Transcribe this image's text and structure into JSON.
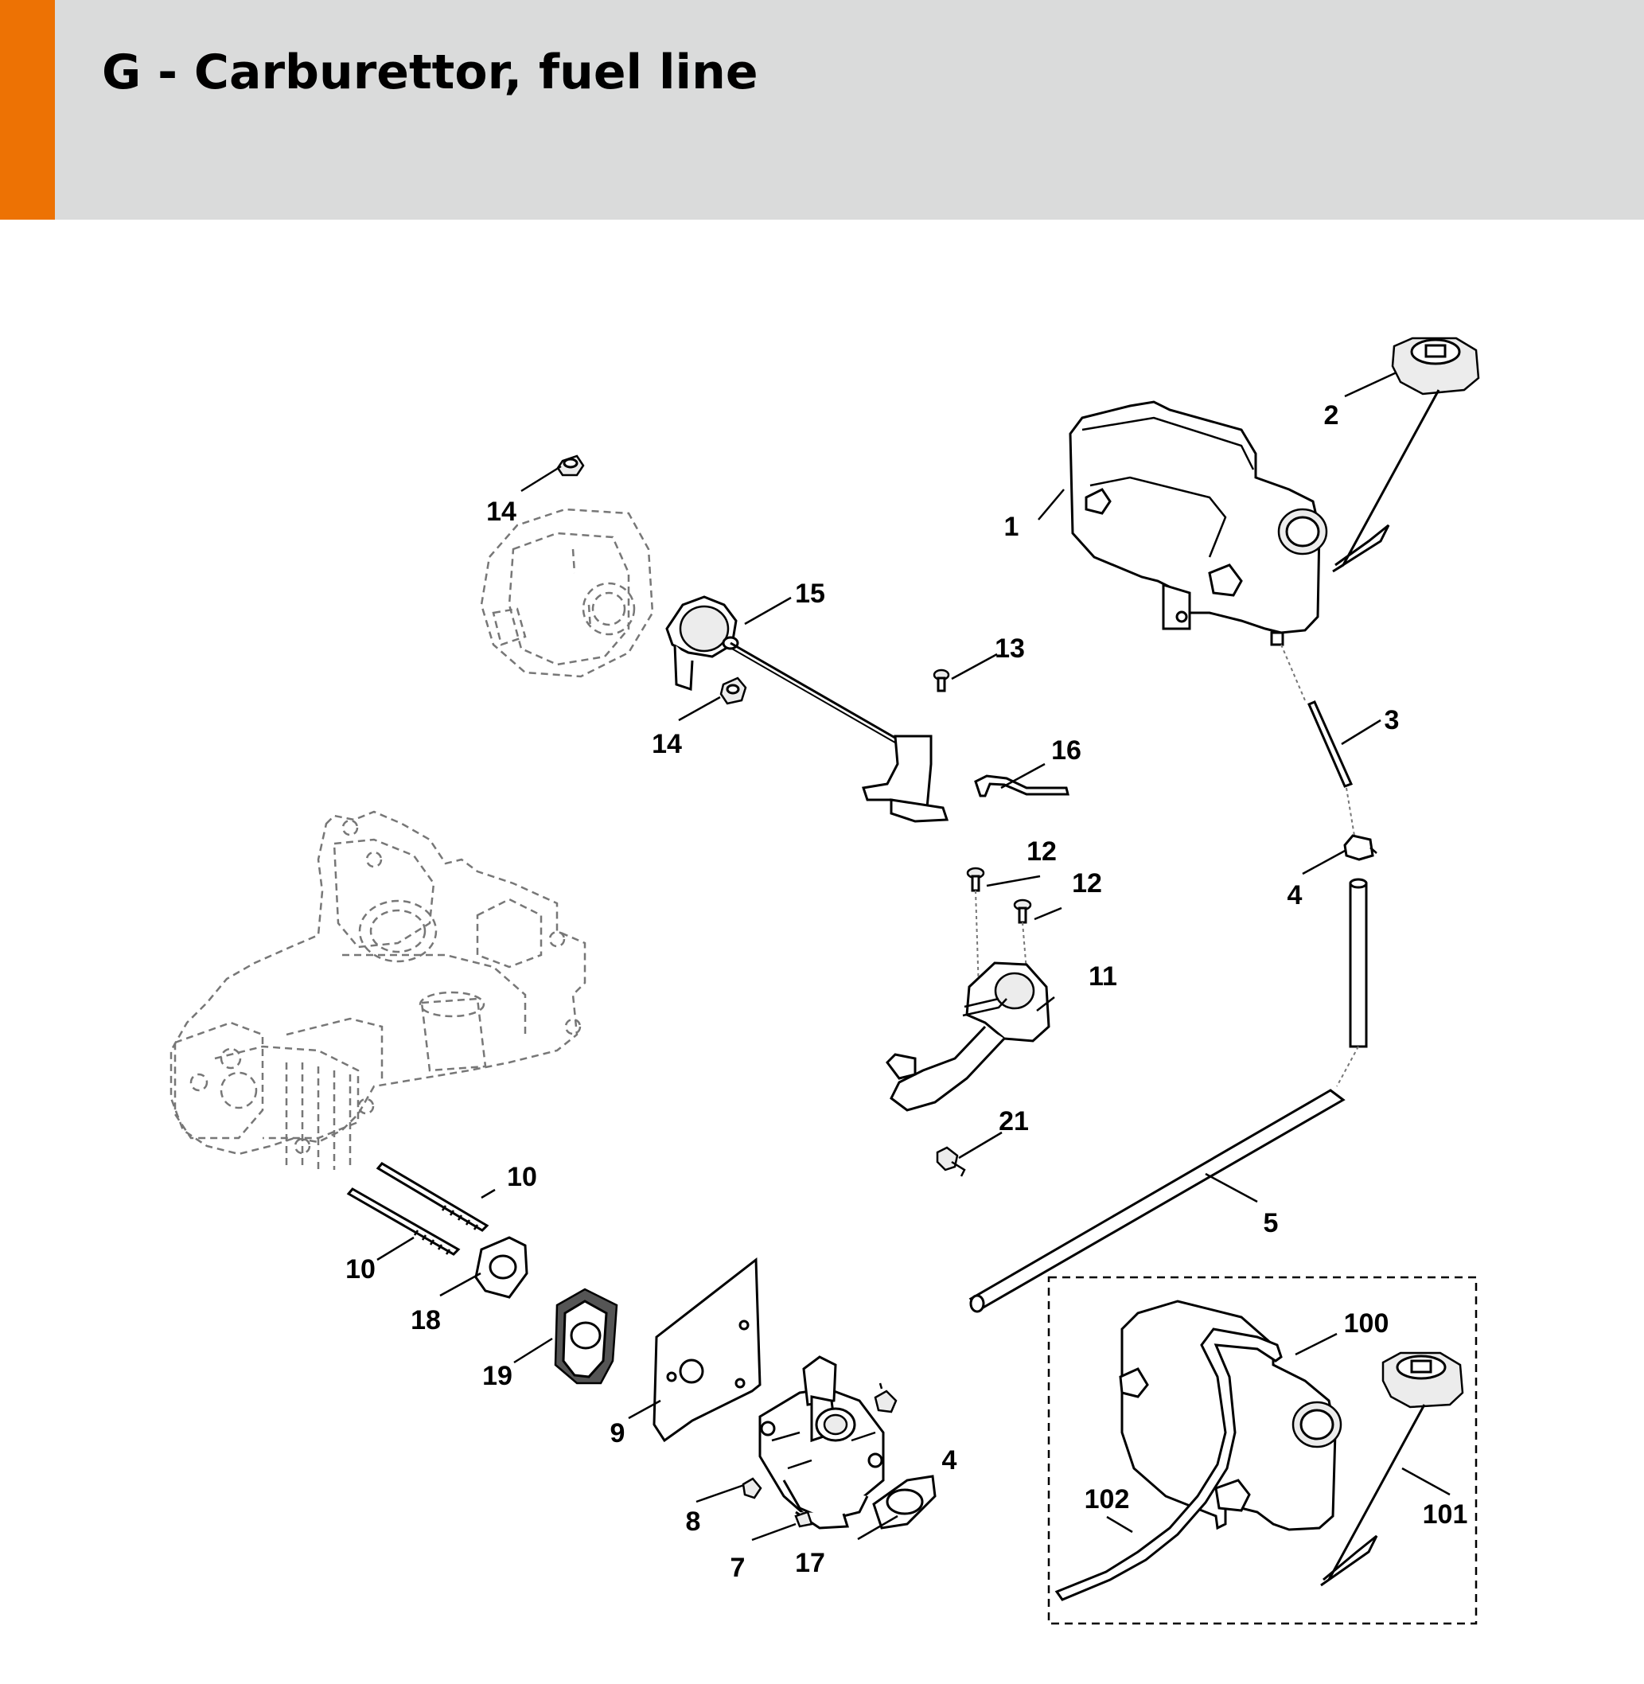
{
  "header": {
    "title": "G - Carburettor, fuel line",
    "accent_color": "#ed7204",
    "background_color": "#dadbdb"
  },
  "callouts": {
    "c1": "1",
    "c2": "2",
    "c3": "3",
    "c4a": "4",
    "c4b": "4",
    "c5": "5",
    "c7": "7",
    "c8": "8",
    "c9": "9",
    "c10a": "10",
    "c10b": "10",
    "c11": "11",
    "c12a": "12",
    "c12b": "12",
    "c13": "13",
    "c14a": "14",
    "c14b": "14",
    "c15": "15",
    "c16": "16",
    "c17": "17",
    "c18": "18",
    "c19": "19",
    "c21": "21",
    "c100": "100",
    "c101": "101",
    "c102": "102"
  }
}
